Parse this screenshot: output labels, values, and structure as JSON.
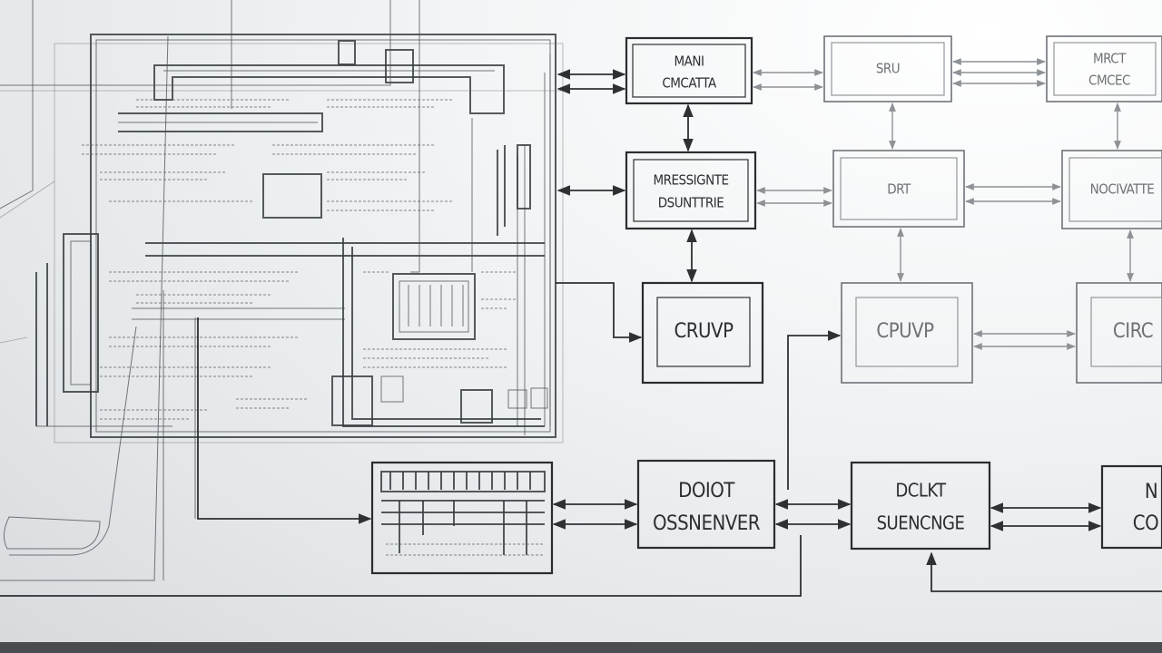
{
  "blocks": {
    "top_left": [
      "MANI",
      "CMCATTA"
    ],
    "top_mid": [
      "SRU"
    ],
    "top_right": [
      "MRCT",
      "CMCEC"
    ],
    "mid_left": [
      "MRESSIGNTE",
      "DSUNTTRIE"
    ],
    "mid_mid": [
      "DRT"
    ],
    "mid_right": [
      "NOCIVATTE"
    ],
    "cpu_left": [
      "CRUVP"
    ],
    "cpu_mid": [
      "CPUVP"
    ],
    "cpu_right": [
      "CIRC"
    ],
    "bot_left": [
      "DOIOT",
      "OSSNENVER"
    ],
    "bot_mid": [
      "DCLKT",
      "SUENCNGE"
    ],
    "bot_right": [
      "N",
      "CO"
    ]
  },
  "colors": {
    "ink": "#2a2d30",
    "paper": "#f3f5f6",
    "faint": "#8a8f94"
  }
}
